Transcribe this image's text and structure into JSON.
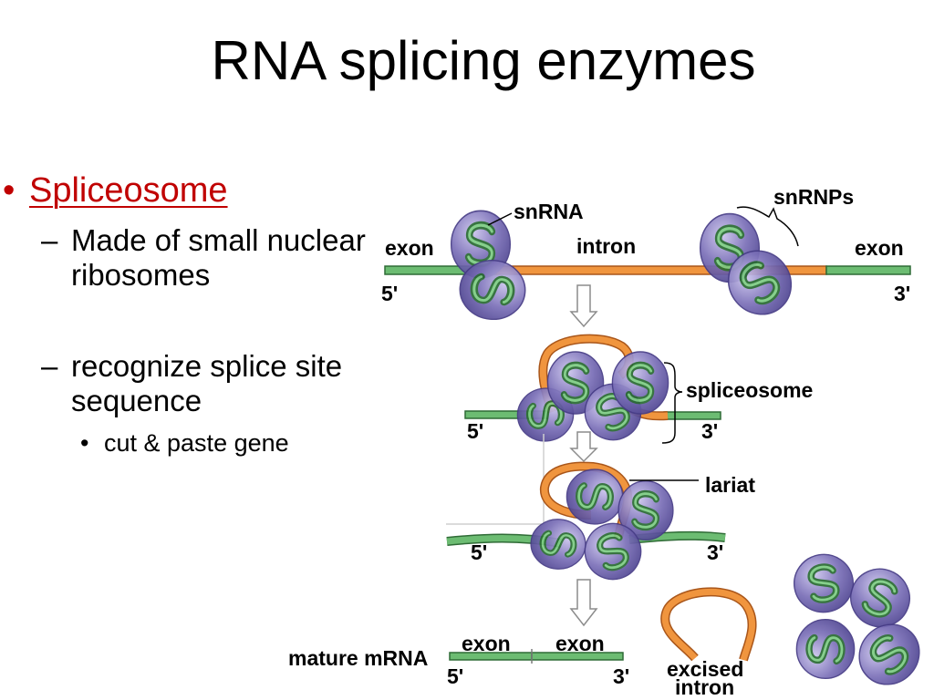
{
  "slide": {
    "title": "RNA splicing enzymes",
    "bullet_1": {
      "marker": "•",
      "text": "Spliceosome"
    },
    "bullet_1_1": {
      "marker": "–",
      "lines": [
        "Made of small nuclear",
        "ribosomes"
      ]
    },
    "bullet_1_2": {
      "marker": "–",
      "lines": [
        "recognize splice site",
        "sequence"
      ]
    },
    "bullet_1_2_1": {
      "marker": "•",
      "text": "cut & paste gene"
    }
  },
  "diagram": {
    "pre_mrna": {
      "snrna_label": "snRNA",
      "snrnps_label": "snRNPs",
      "exon_left_label": "exon",
      "intron_label": "intron",
      "exon_right_label": "exon",
      "five_prime": "5'",
      "three_prime": "3'"
    },
    "spliceosome_stage": {
      "label": "spliceosome",
      "five_prime": "5'",
      "three_prime": "3'"
    },
    "lariat_stage": {
      "label": "lariat",
      "five_prime": "5'",
      "three_prime": "3'"
    },
    "products": {
      "mature_mrna_label": "mature mRNA",
      "exon_1_label": "exon",
      "exon_2_label": "exon",
      "five_prime": "5'",
      "three_prime": "3'",
      "excised_intron_label": [
        "excised",
        "intron"
      ]
    }
  },
  "colors": {
    "text": "#000000",
    "accent": "#c00000",
    "exon": "#6cbc72",
    "exon_outline": "#2f6b36",
    "intron": "#f0953e",
    "intron_outline": "#a9561a",
    "snrnp": "#7b70b8",
    "snrna": "#2a6b33",
    "arrow_outline": "#8c8c8c"
  }
}
